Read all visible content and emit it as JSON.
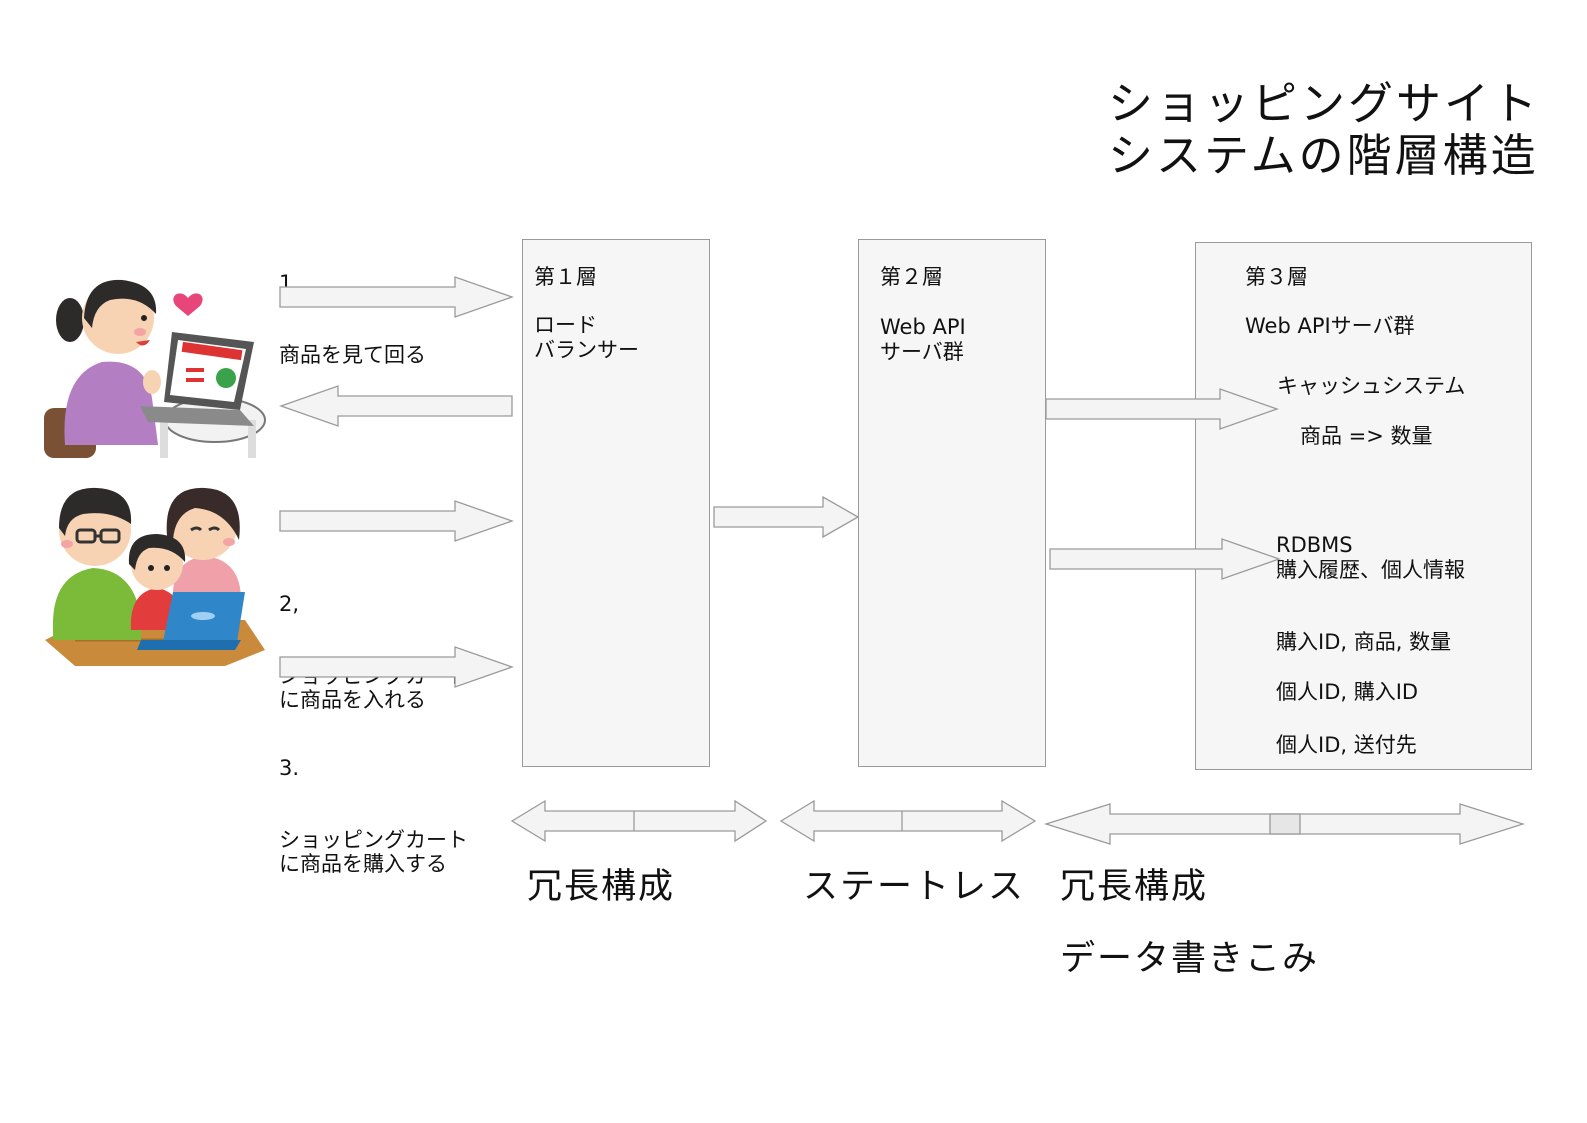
{
  "title": {
    "line1": "ショッピングサイト",
    "line2": "システムの階層構造"
  },
  "steps": [
    {
      "number": "1.",
      "text": "商品を見て回る"
    },
    {
      "number": "2,",
      "text": "ショッピングカート\nに商品を入れる"
    },
    {
      "number": "3.",
      "text": "ショッピングカート\nに商品を購入する"
    }
  ],
  "layer1": {
    "label": "第１層",
    "desc": "ロード\nバランサー"
  },
  "layer2": {
    "label": "第２層",
    "desc": "Web API\nサーバ群"
  },
  "layer3": {
    "label": "第３層",
    "desc": "Web APIサーバ群",
    "cache": {
      "title": "キャッシュシステム",
      "mapping": "商品 => 数量"
    },
    "rdbms": {
      "title": "RDBMS",
      "subtitle": "購入履歴、個人情報",
      "rows": [
        "購入ID, 商品, 数量",
        "個人ID, 購入ID",
        "個人ID, 送付先"
      ]
    }
  },
  "properties": {
    "redundancy1": "冗長構成",
    "stateless": "ステートレス",
    "redundancy3": "冗長構成",
    "write": "データ書きこみ"
  },
  "colors": {
    "arrow_fill": "#f4f4f4",
    "arrow_stroke": "#9a9a9a",
    "layer_fill": "#f6f6f6"
  },
  "illustrations": [
    "woman-with-laptop-illustration",
    "family-with-laptop-illustration"
  ]
}
